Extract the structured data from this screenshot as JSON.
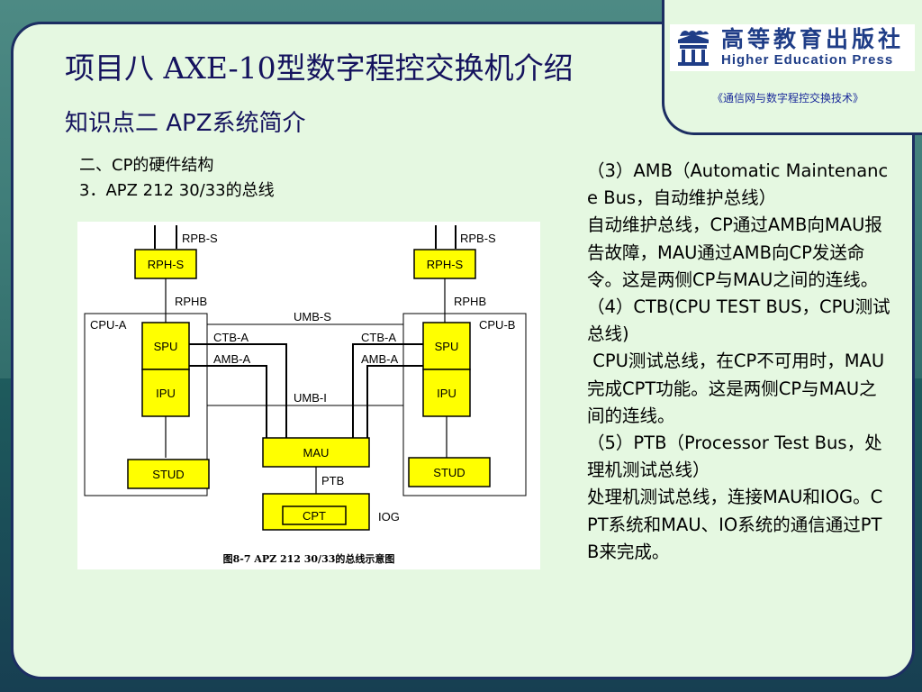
{
  "publisher": {
    "name_cn": "高等教育出版社",
    "name_en": "Higher Education Press"
  },
  "book_name": "《通信网与数字程控交换技术》",
  "title": "项目八 AXE-10型数字程控交换机介绍",
  "subtitle": "知识点二 APZ系统简介",
  "section": {
    "line1": "二、CP的硬件结构",
    "line2": "3．APZ 212 30/33的总线"
  },
  "diagram": {
    "labels": {
      "rpbs_left": "RPB-S",
      "rpbs_right": "RPB-S",
      "rphs_left": "RPH-S",
      "rphs_right": "RPH-S",
      "rphb_left": "RPHB",
      "rphb_right": "RPHB",
      "cpua": "CPU-A",
      "cpub": "CPU-B",
      "umbs": "UMB-S",
      "umbi": "UMB-I",
      "spu_left": "SPU",
      "spu_right": "SPU",
      "ipu_left": "IPU",
      "ipu_right": "IPU",
      "ctba_left": "CTB-A",
      "ctba_right": "CTB-A",
      "amba_left": "AMB-A",
      "amba_right": "AMB-A",
      "mau": "MAU",
      "ptb": "PTB",
      "cpt": "CPT",
      "iog": "IOG",
      "stud_left": "STUD",
      "stud_right": "STUD"
    },
    "caption": "图8-7 APZ 212 30/33的总线示意图",
    "box_fill": "#ffff00"
  },
  "paragraphs": [
    "（3）AMB（Automatic Maintenance Bus，自动维护总线）",
    "自动维护总线，CP通过AMB向MAU报告故障，MAU通过AMB向CP发送命令。这是两侧CP与MAU之间的连线。",
    "（4）CTB(CPU TEST BUS，CPU测试总线)",
    " CPU测试总线，在CP不可用时，MAU完成CPT功能。这是两侧CP与MAU之间的连线。",
    "（5）PTB（Processor Test Bus，处理机测试总线）",
    "处理机测试总线，连接MAU和IOG。CPT系统和MAU、IO系统的通信通过PTB来完成。"
  ]
}
